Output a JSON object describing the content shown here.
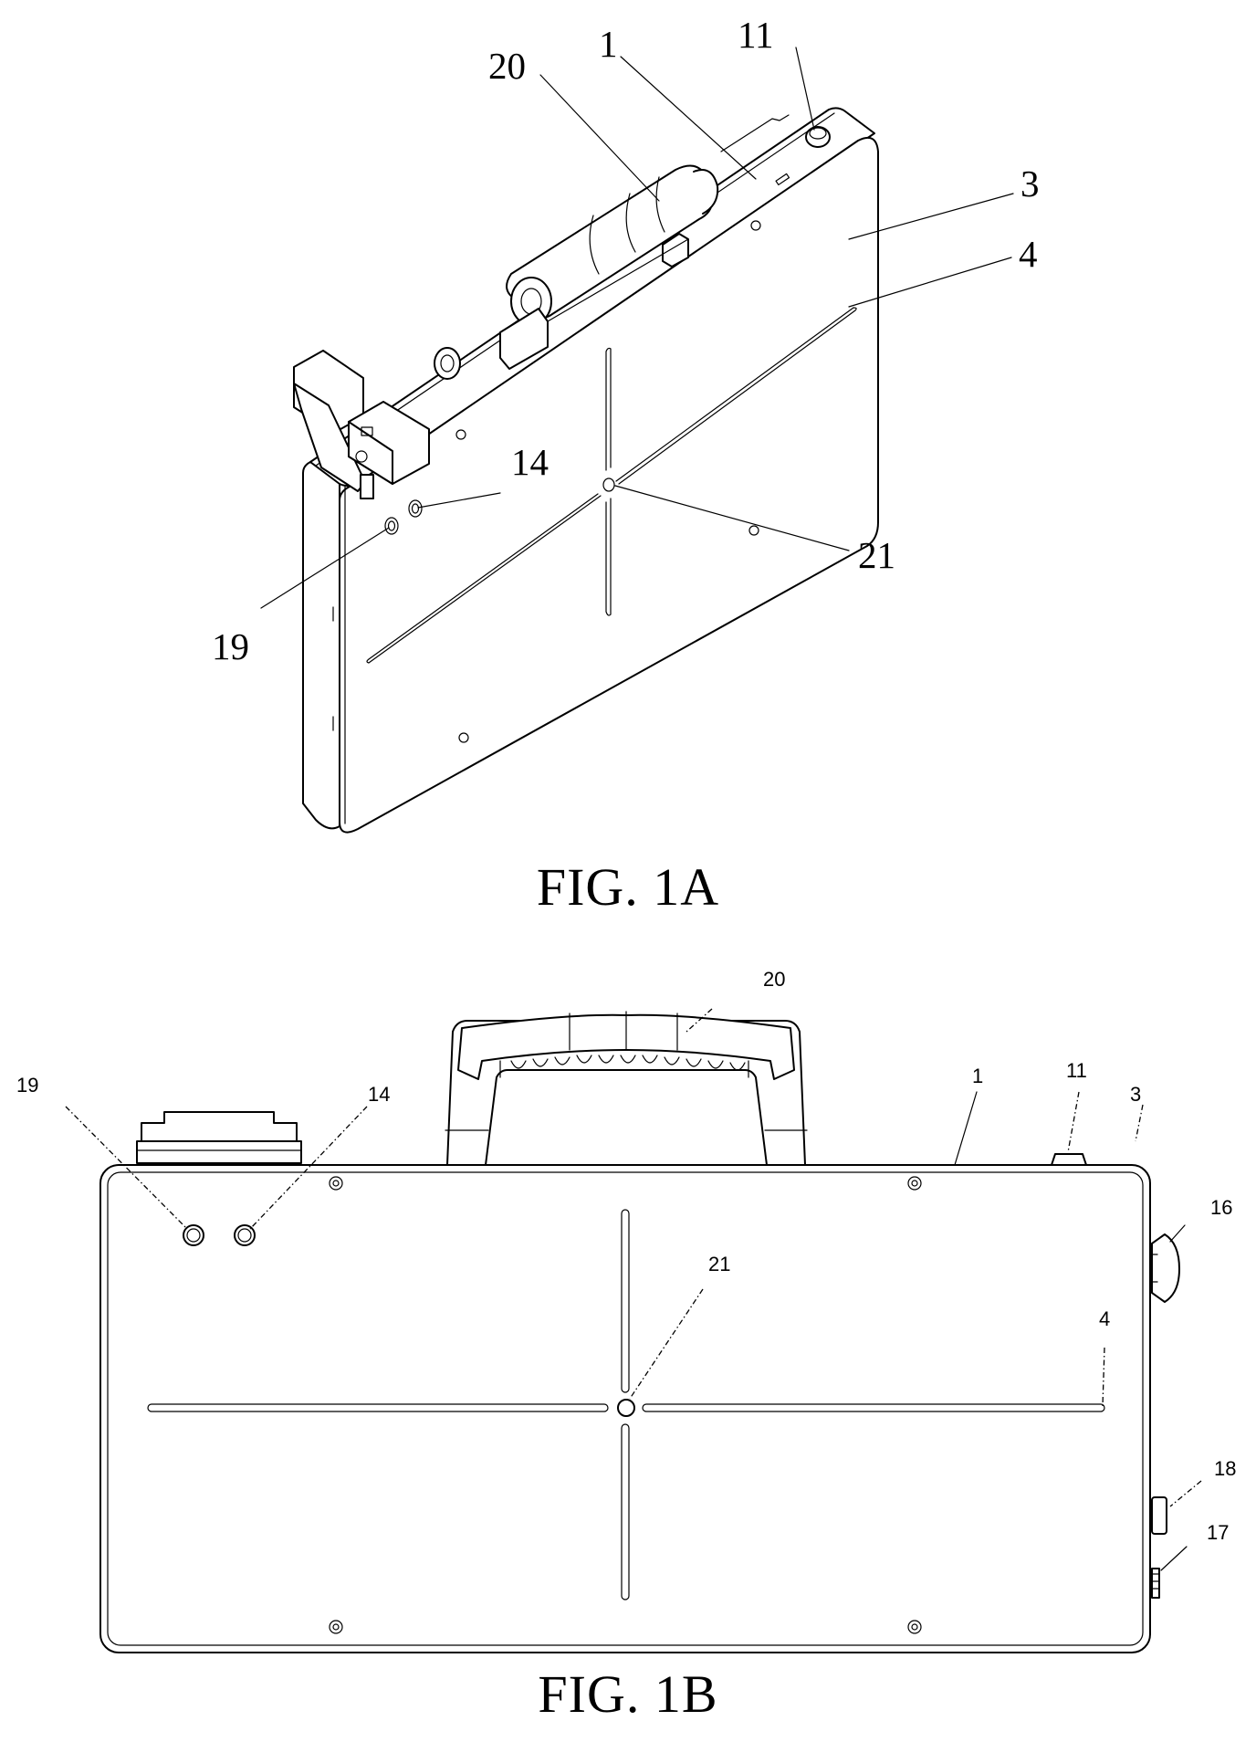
{
  "figures": {
    "fig1a": {
      "caption": "FIG. 1A",
      "callouts": {
        "c20": "20",
        "c1": "1",
        "c11": "11",
        "c3": "3",
        "c4": "4",
        "c14": "14",
        "c21": "21",
        "c19": "19"
      }
    },
    "fig1b": {
      "caption": "FIG. 1B",
      "callouts": {
        "c20": "20",
        "c19": "19",
        "c14": "14",
        "c1": "1",
        "c11": "11",
        "c3": "3",
        "c16": "16",
        "c21": "21",
        "c4": "4",
        "c18": "18",
        "c17": "17"
      }
    }
  }
}
